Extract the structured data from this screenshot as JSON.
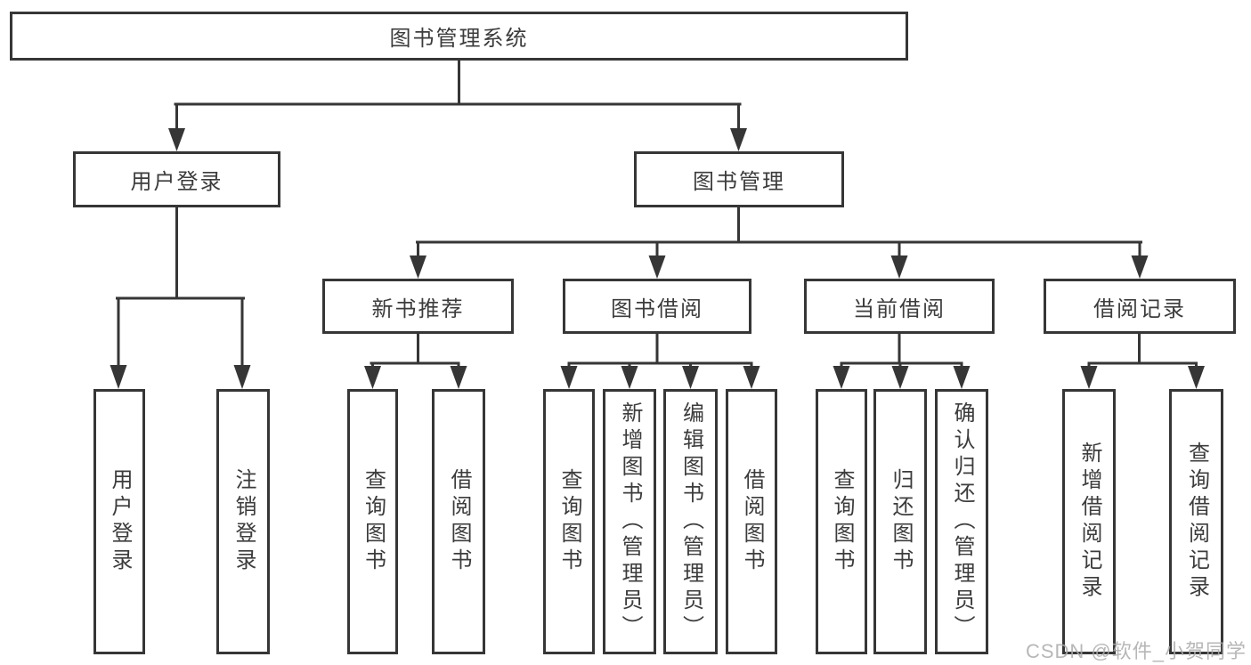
{
  "colors": {
    "line": "#363636",
    "box_border": "#363636",
    "text": "#3c3c3c",
    "background": "#ffffff",
    "watermark": "#aaaaaa"
  },
  "diagram": {
    "root": {
      "label": "图书管理系统"
    },
    "branches": [
      {
        "label": "用户登录",
        "children": [
          {
            "label": "用户登录"
          },
          {
            "label": "注销登录"
          }
        ]
      },
      {
        "label": "图书管理",
        "children": [
          {
            "label": "新书推荐",
            "children": [
              {
                "label": "查询图书"
              },
              {
                "label": "借阅图书"
              }
            ]
          },
          {
            "label": "图书借阅",
            "children": [
              {
                "label": "查询图书"
              },
              {
                "label": "新增图书（管理员）"
              },
              {
                "label": "编辑图书（管理员）"
              },
              {
                "label": "借阅图书"
              }
            ]
          },
          {
            "label": "当前借阅",
            "children": [
              {
                "label": "查询图书"
              },
              {
                "label": "归还图书"
              },
              {
                "label": "确认归还（管理员）"
              }
            ]
          },
          {
            "label": "借阅记录",
            "children": [
              {
                "label": "新增借阅记录"
              },
              {
                "label": "查询借阅记录"
              }
            ]
          }
        ]
      }
    ]
  },
  "watermark": {
    "text": "CSDN @软件_小贺同学"
  }
}
